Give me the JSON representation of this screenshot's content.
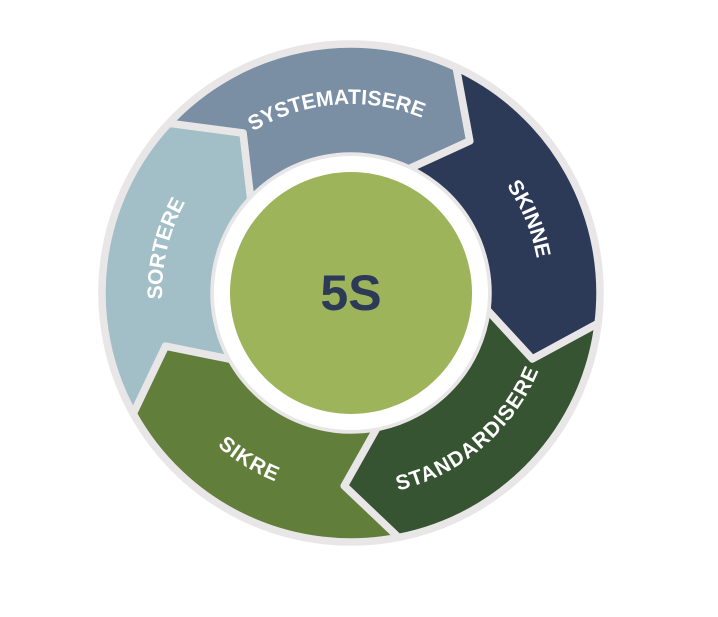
{
  "center": {
    "label": "5S",
    "fill": "#9db45a",
    "text_color": "#2d3a57",
    "ring_color": "#ffffff"
  },
  "separator_color": "#e8e6e6",
  "segments": [
    {
      "id": "sortere",
      "label": "SORTERE",
      "color": "#a2bec7"
    },
    {
      "id": "systematisere",
      "label": "SYSTEMATISERE",
      "color": "#7a8fa4"
    },
    {
      "id": "skinne",
      "label": "SKINNE",
      "color": "#2d3a57"
    },
    {
      "id": "standardisere",
      "label": "STANDARDISERE",
      "color": "#365332"
    },
    {
      "id": "sikre",
      "label": "SIKRE",
      "color": "#627e3b"
    }
  ]
}
